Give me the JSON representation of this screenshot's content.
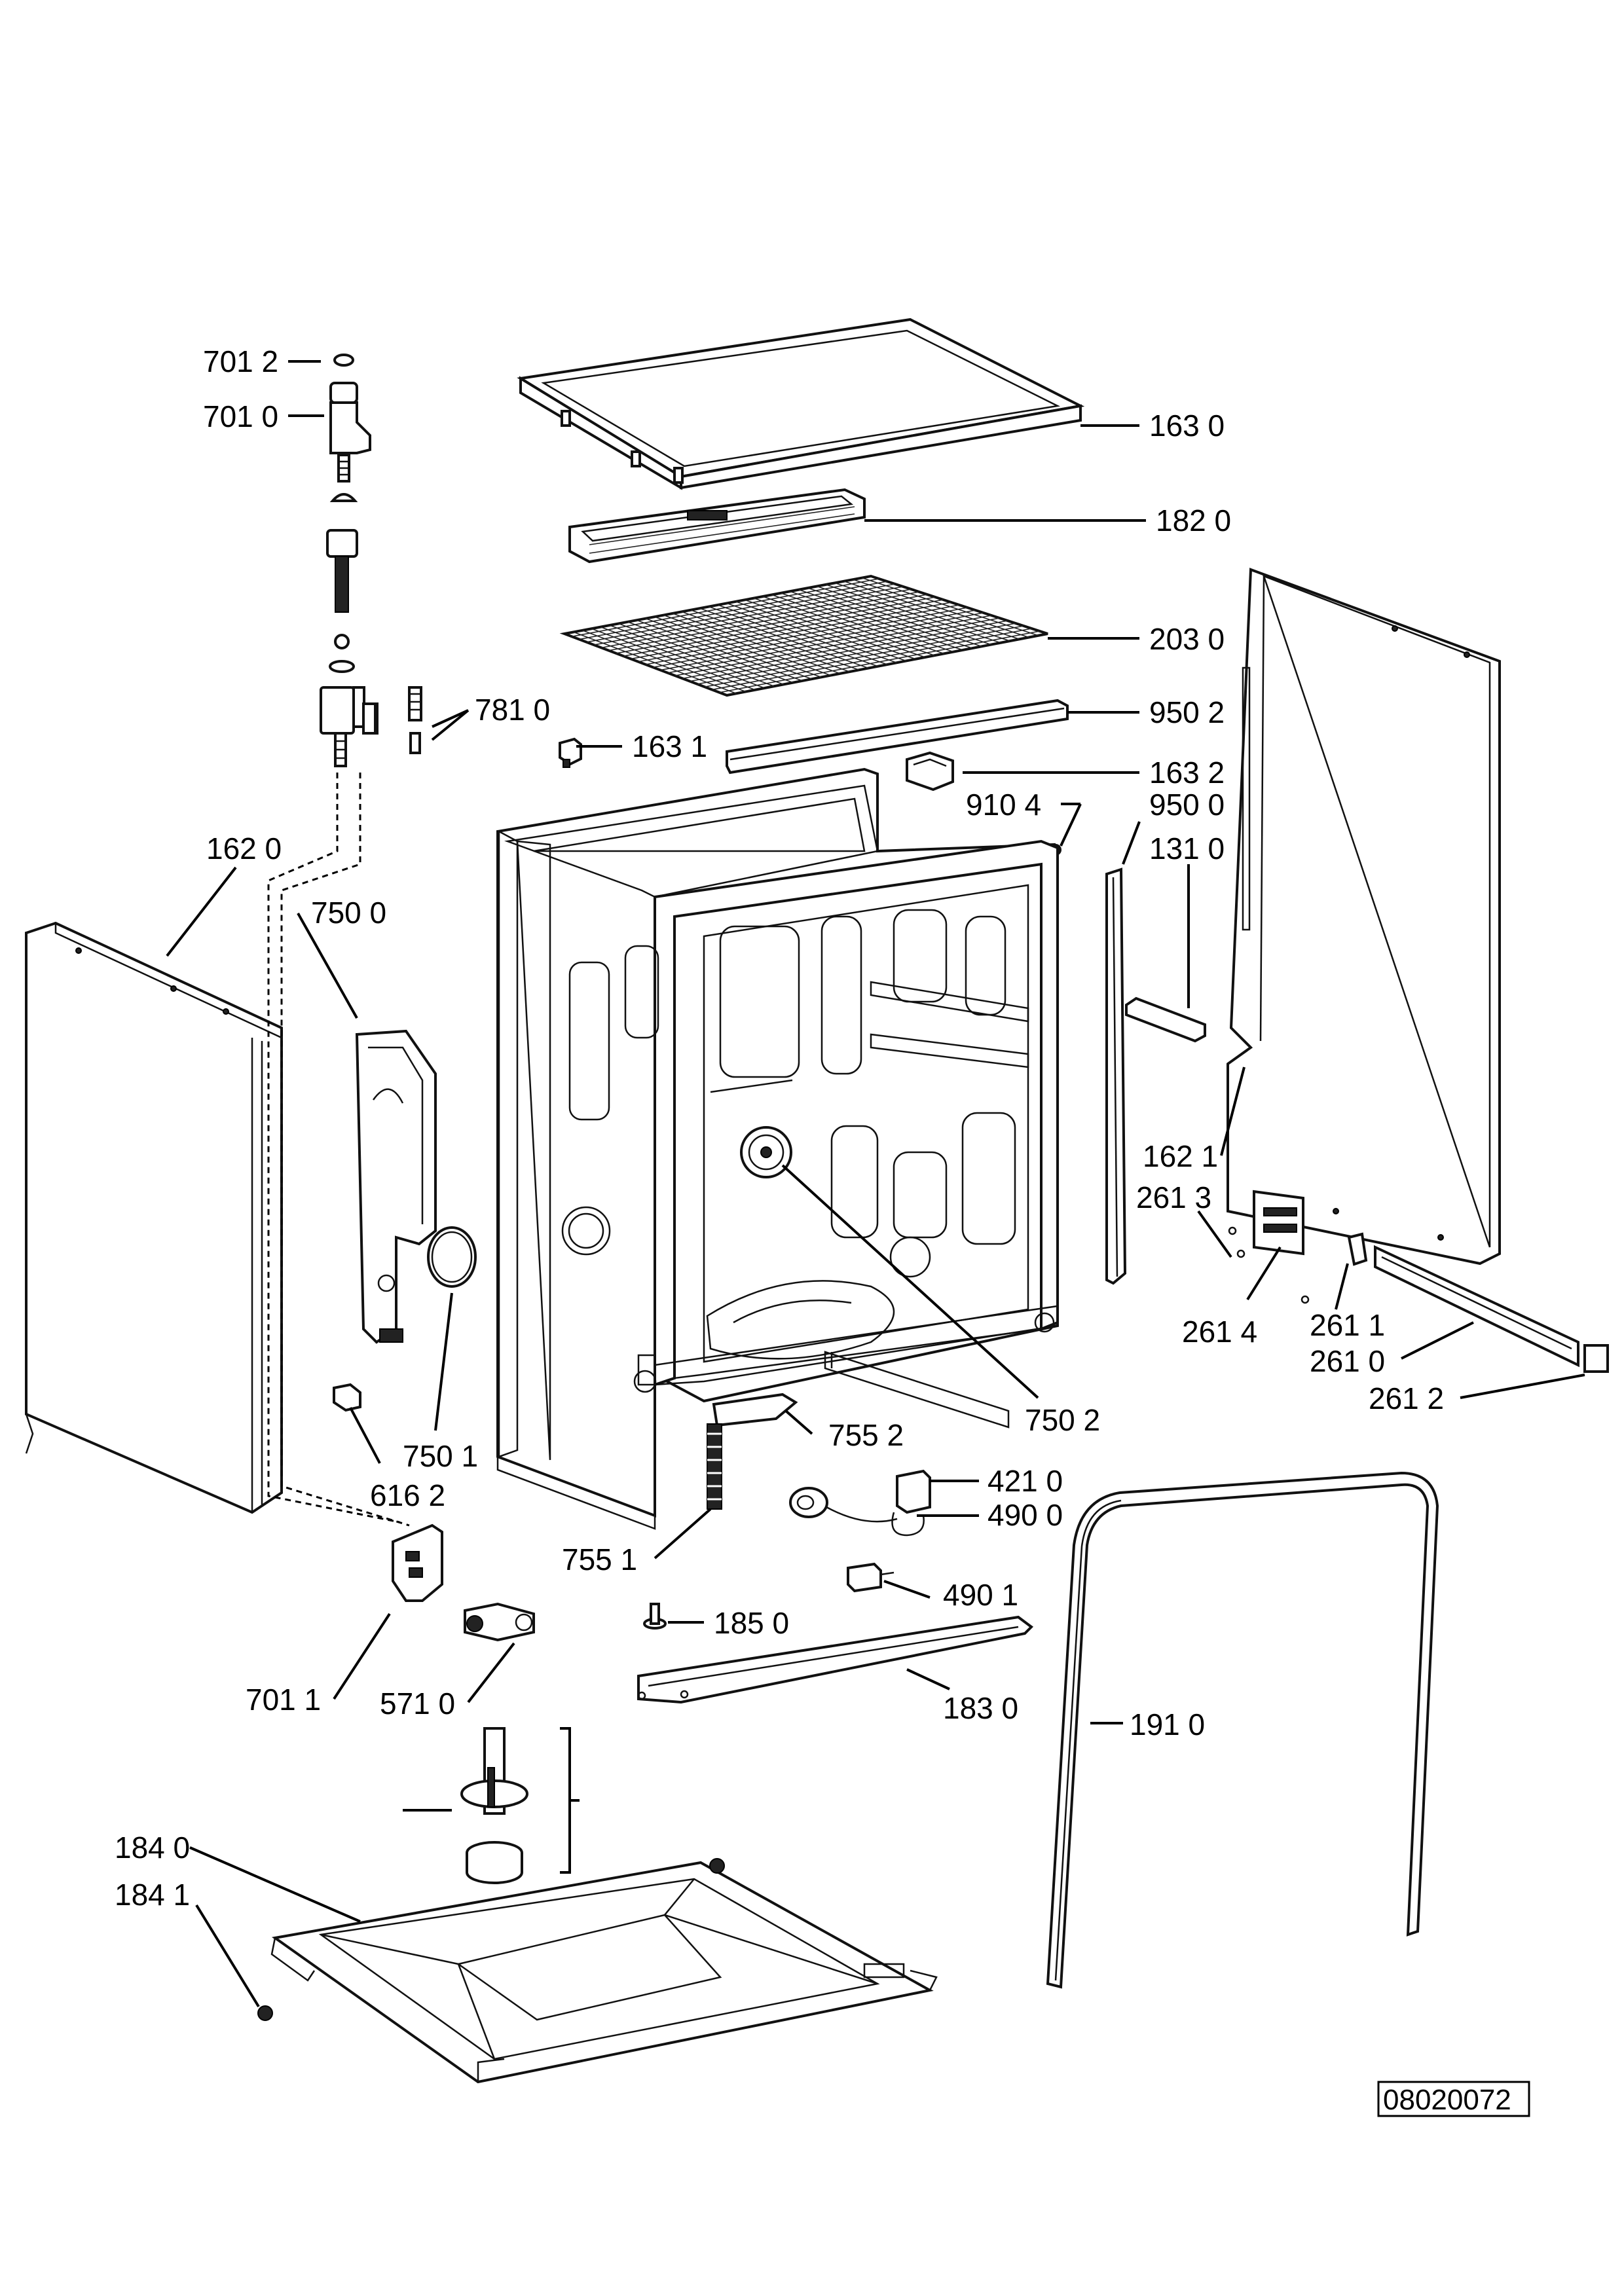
{
  "diagram": {
    "labels": [
      {
        "id": "l7012",
        "text": "701 2"
      },
      {
        "id": "l7010",
        "text": "701 0"
      },
      {
        "id": "l1630",
        "text": "163 0"
      },
      {
        "id": "l1820",
        "text": "182 0"
      },
      {
        "id": "l2030",
        "text": "203 0"
      },
      {
        "id": "l9502",
        "text": "950 2"
      },
      {
        "id": "l7810",
        "text": "781 0"
      },
      {
        "id": "l1631",
        "text": "163 1"
      },
      {
        "id": "l1632",
        "text": "163 2"
      },
      {
        "id": "l9104",
        "text": "910 4"
      },
      {
        "id": "l9500",
        "text": "950 0"
      },
      {
        "id": "l1310",
        "text": "131 0"
      },
      {
        "id": "l1620",
        "text": "162 0"
      },
      {
        "id": "l7500",
        "text": "750 0"
      },
      {
        "id": "l1621",
        "text": "162 1"
      },
      {
        "id": "l2613",
        "text": "261 3"
      },
      {
        "id": "l2614",
        "text": "261 4"
      },
      {
        "id": "l2611",
        "text": "261 1"
      },
      {
        "id": "l2610",
        "text": "261 0"
      },
      {
        "id": "l2612",
        "text": "261 2"
      },
      {
        "id": "l7502",
        "text": "750 2"
      },
      {
        "id": "l7501",
        "text": "750 1"
      },
      {
        "id": "l7552",
        "text": "755 2"
      },
      {
        "id": "l6162",
        "text": "616 2"
      },
      {
        "id": "l4210",
        "text": "421 0"
      },
      {
        "id": "l4900",
        "text": "490 0"
      },
      {
        "id": "l7551",
        "text": "755 1"
      },
      {
        "id": "l4901",
        "text": "490 1"
      },
      {
        "id": "l1850",
        "text": "185 0"
      },
      {
        "id": "l7011",
        "text": "701 1"
      },
      {
        "id": "l5710",
        "text": "571 0"
      },
      {
        "id": "l1830",
        "text": "183 0"
      },
      {
        "id": "l1910",
        "text": "191 0"
      },
      {
        "id": "l1840",
        "text": "184 0"
      },
      {
        "id": "l1841",
        "text": "184 1"
      }
    ],
    "reference_code": "08020072"
  }
}
